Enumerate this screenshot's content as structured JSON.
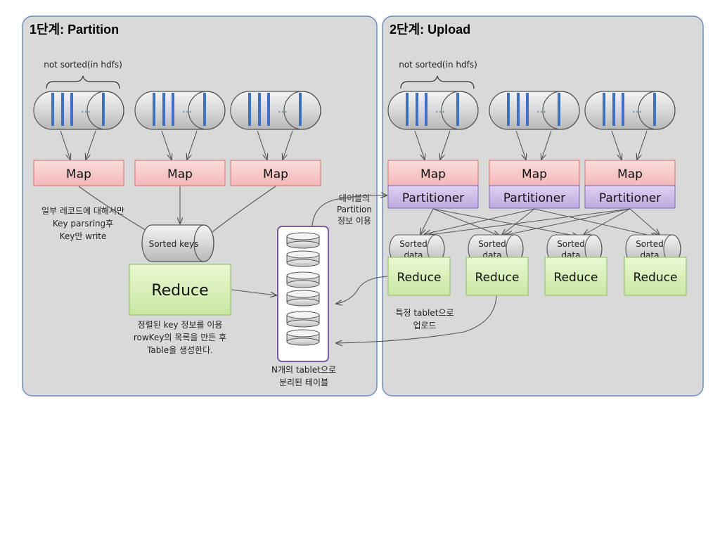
{
  "panels": {
    "left": {
      "title": "1단계: Partition"
    },
    "right": {
      "title": "2단계: Upload"
    }
  },
  "labels": {
    "not_sorted": "not sorted(in hdfs)",
    "map": "Map",
    "partitioner": "Partitioner",
    "reduce": "Reduce",
    "sorted_keys": "Sorted keys",
    "sorted_data_line1": "Sorted",
    "sorted_data_line2": "data",
    "ellipsis": "…"
  },
  "notes": {
    "partial_records": [
      "일부 레코드에 대해서만",
      "Key parsring후",
      "Key만 write"
    ],
    "sorted_key_info": [
      "정렬된 key 정보를 이용",
      "rowKey의 목록을 만든 후",
      "Table을 생성한다."
    ],
    "table_partition_info": [
      "테이블의",
      "Partition",
      "정보 이용"
    ],
    "specific_tablet": [
      "특정 tablet으로",
      "업로드"
    ],
    "n_tablets": [
      "N개의 tablet으로",
      "분리된 테이블"
    ]
  },
  "colors": {
    "panel_fill": "#D9D9D9",
    "panel_stroke": "#6A8FC2",
    "map_fill": "#F7C9C9",
    "map_stroke": "#D98080",
    "partitioner_fill": "#CDB9E8",
    "partitioner_stroke": "#8E77B8",
    "reduce_fill": "#D8F0B8",
    "reduce_stroke": "#9CC46B",
    "table_frame": "#7B5FA0",
    "blue_bar": "#3B73C2"
  }
}
